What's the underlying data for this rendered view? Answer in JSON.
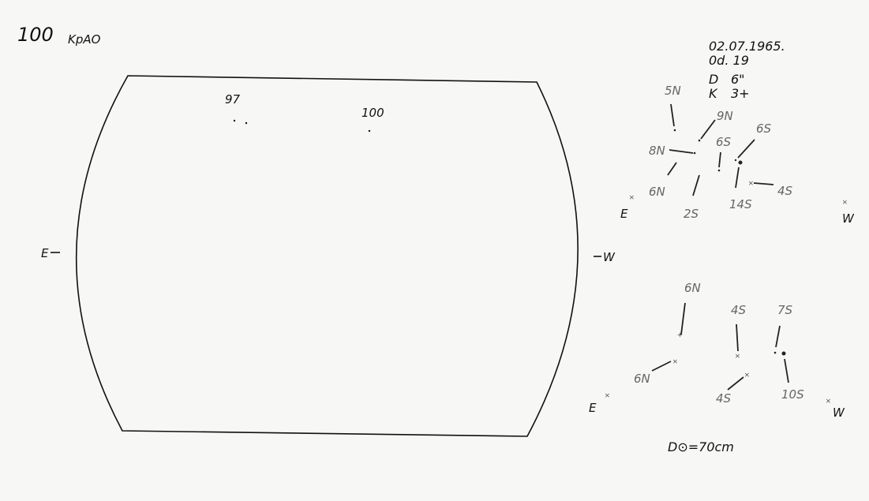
{
  "header": {
    "number": "100",
    "observatory": "KpAO"
  },
  "observation": {
    "date": "02.07.1965.",
    "time": "0d. 19",
    "D_label": "D",
    "D_value": "6\"",
    "K_label": "K",
    "K_value": "3+"
  },
  "disk": {
    "east": "E",
    "west": "W",
    "groups": [
      {
        "label": "97"
      },
      {
        "label": "100"
      }
    ]
  },
  "upper_sketch": {
    "east": "E",
    "west": "W",
    "labels": [
      "5N",
      "9N",
      "8N",
      "6S",
      "6S",
      "6N",
      "2S",
      "14S",
      "4S"
    ]
  },
  "lower_sketch": {
    "east": "E",
    "west": "W",
    "labels": [
      "6N",
      "4S",
      "7S",
      "6N",
      "4S",
      "10S"
    ]
  },
  "footer": {
    "diameter": "D⊙=70cm"
  }
}
